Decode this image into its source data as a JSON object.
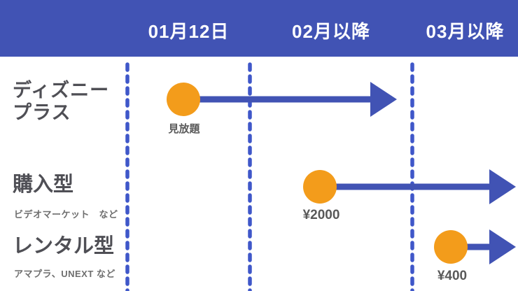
{
  "header": {
    "columns": [
      {
        "label": "01月12日"
      },
      {
        "label": "02月以降"
      },
      {
        "label": "03月以降"
      }
    ]
  },
  "rows": [
    {
      "title": "ディズニー\nプラス",
      "subtitle": "",
      "marker_label": "見放題",
      "starts_at_column": "01月12日"
    },
    {
      "title": "購入型",
      "subtitle": "ビデオマーケット　など",
      "marker_label": "¥2000",
      "starts_at_column": "02月以降"
    },
    {
      "title": "レンタル型",
      "subtitle": "アマプラ、UNEXT など",
      "marker_label": "¥400",
      "starts_at_column": "03月以降"
    }
  ],
  "colors": {
    "header_blue": "#4153b4",
    "arrow_blue": "#4153b4",
    "dash_blue": "#3f57c9",
    "marker_orange": "#f39c1b",
    "title_gray": "#4f4f55",
    "subtitle_gray": "#6e6e6e"
  }
}
